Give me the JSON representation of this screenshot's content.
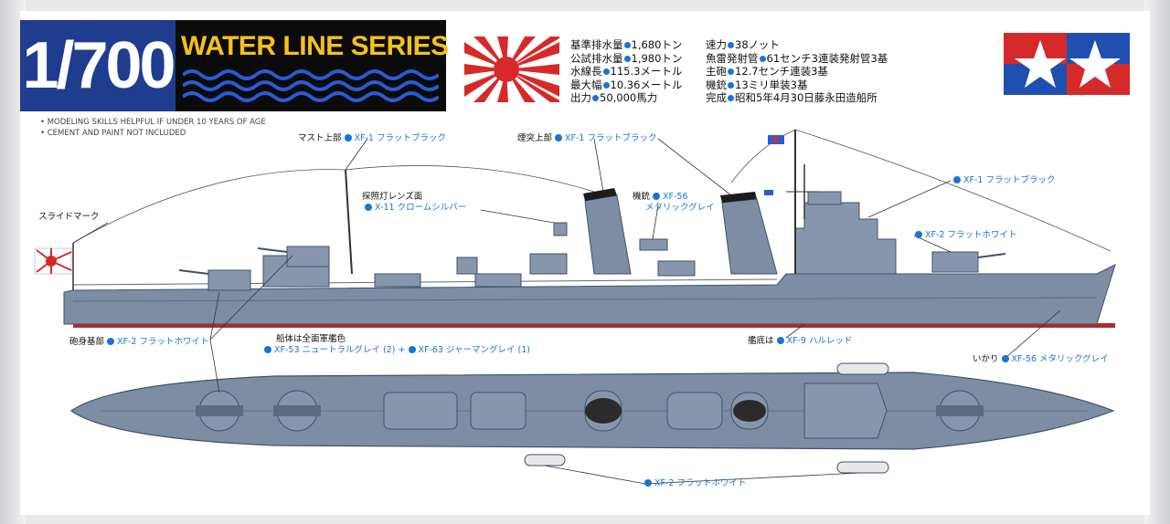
{
  "header": {
    "scale": "1/700",
    "series": "WATER LINE SERIES"
  },
  "notes": [
    "• MODELING SKILLS HELPFUL IF UNDER 10 YEARS OF AGE",
    "• CEMENT AND PAINT NOT INCLUDED"
  ],
  "specs": {
    "left": [
      {
        "label": "基準排水量",
        "value": "1,680トン"
      },
      {
        "label": "公試排水量",
        "value": "1,980トン"
      },
      {
        "label": "水線長",
        "value": "115.3メートル"
      },
      {
        "label": "最大幅",
        "value": "10.36メートル"
      },
      {
        "label": "出力",
        "value": "50,000馬力"
      }
    ],
    "right": [
      {
        "label": "速力",
        "value": "38ノット"
      },
      {
        "label": "魚雷発射管",
        "value": "61センチ3連装発射管3基"
      },
      {
        "label": "主砲",
        "value": "12.7センチ連装3基"
      },
      {
        "label": "機銃",
        "value": "13ミリ単装3基"
      },
      {
        "label": "完成",
        "value": "昭和5年4月30日藤永田造船所"
      }
    ]
  },
  "colors": {
    "accent_blue": "#1a74d4",
    "scale_bg": "#1f3c8e",
    "series_title": "#f5c21a",
    "hull": "#7d8ea4",
    "hull_dark": "#5a6b80",
    "waterline_red": "#b02a2a",
    "flag_red": "#d62a2a"
  },
  "callouts": {
    "mast": {
      "jp": "マスト上部",
      "paint": "XF-1 フラットブラック"
    },
    "funnel": {
      "jp": "煙突上部",
      "paint": "XF-1 フラットブラック"
    },
    "searchlight": {
      "jp": "探照灯レンズ面",
      "paint": "X-11 クロームシルバー"
    },
    "slide_mark": {
      "jp": "スライドマーク",
      "paint": ""
    },
    "mg": {
      "jp": "機銃",
      "paint": "XF-56",
      "paint2": "メタリックグレイ"
    },
    "bridge": {
      "jp": "",
      "paint": "XF-1 フラットブラック"
    },
    "bridge_white": {
      "jp": "",
      "paint": "XF-2 フラットホワイト"
    },
    "hull": {
      "jp": "船体は全面軍艦色",
      "paint": "XF-53 ニュートラルグレイ (2)",
      "plus": "+",
      "paint2": "XF-63 ジャーマングレイ (1)"
    },
    "barrel_base": {
      "jp": "砲身基部",
      "paint": "XF-2 フラットホワイト"
    },
    "bottom": {
      "jp": "艦底は",
      "paint": "XF-9 ハルレッド"
    },
    "anchor": {
      "jp": "いかり",
      "paint": "XF-56 メタリックグレイ"
    },
    "boats": {
      "jp": "",
      "paint": "XF-2 フラットホワイト"
    }
  }
}
